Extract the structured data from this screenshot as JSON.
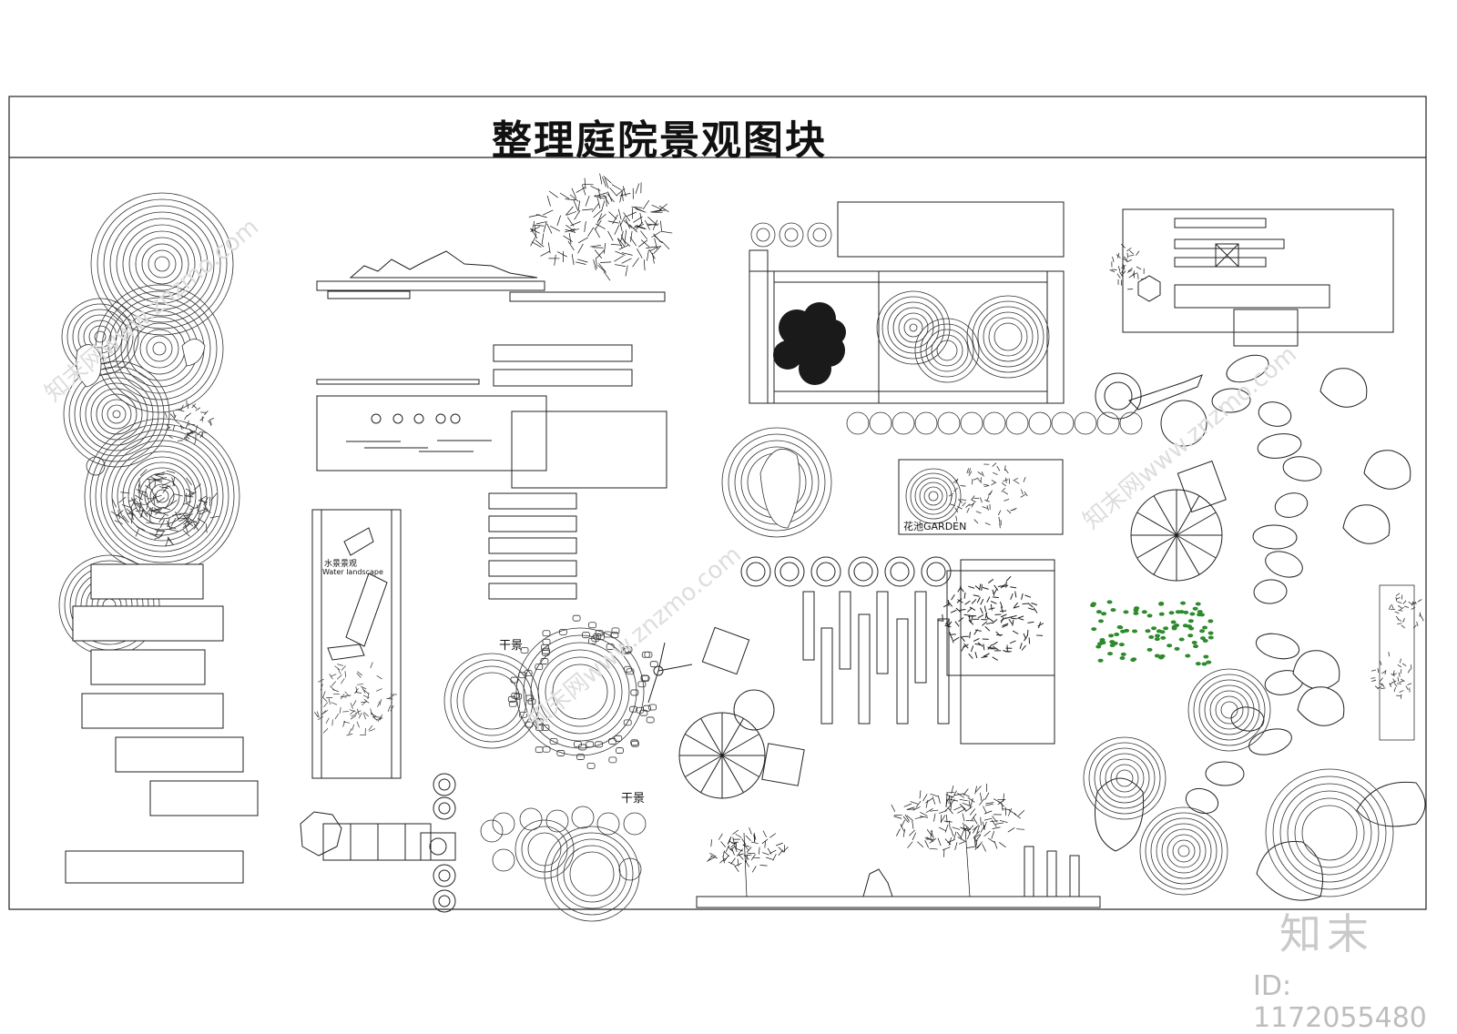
{
  "sheet": {
    "title": "整理庭院景观图块"
  },
  "labels": {
    "dry_scape_1": "干景",
    "dry_scape_2": "干景",
    "water_landscape_cn": "水景景观",
    "water_landscape_en": "Water landscape",
    "garden": "花池GARDEN"
  },
  "watermarks": {
    "brand": "知末",
    "id": "ID: 1172055480",
    "diagonal": "知末网www.znzmo.com"
  },
  "colors": {
    "line": "#222222",
    "fill_dark": "#1a1a1a",
    "accent_green": "#2d8a2d",
    "watermark": "#cfcfcf"
  }
}
